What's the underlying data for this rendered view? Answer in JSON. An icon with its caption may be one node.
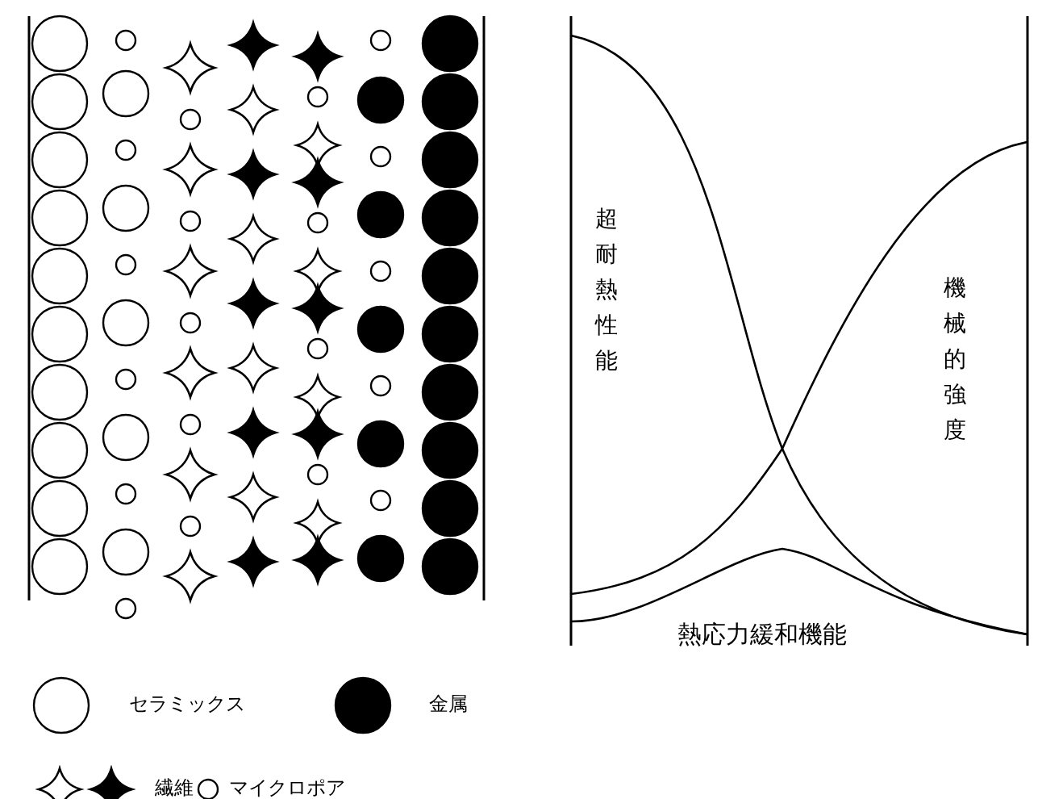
{
  "diagram": {
    "labels": [
      "超耐熱性能",
      "機械的強度",
      "熱応力緩和機能"
    ],
    "legend": [
      {
        "text": "セラミックス"
      },
      {
        "text": "金属"
      },
      {
        "text": "繊維"
      },
      {
        "text": "マイクロポア"
      }
    ]
  }
}
